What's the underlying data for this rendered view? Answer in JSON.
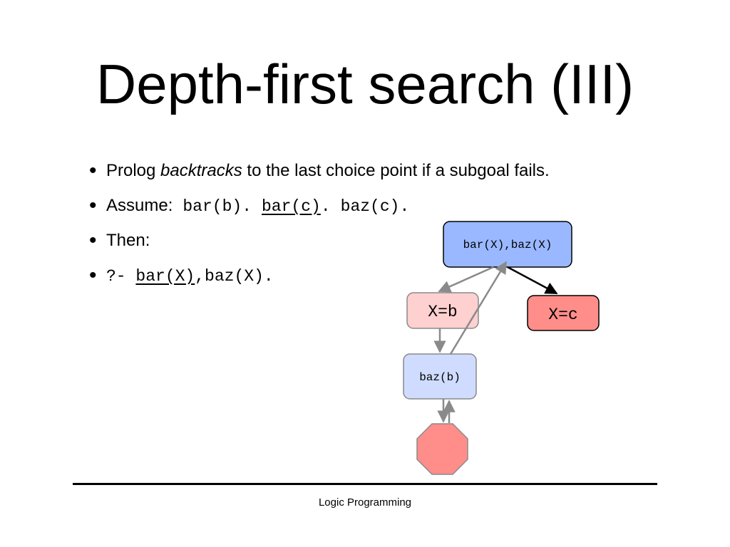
{
  "slide": {
    "title": "Depth-first search (III)",
    "footer": "Logic Programming"
  },
  "bullets": {
    "b1_pre": "Prolog ",
    "b1_em": "backtracks",
    "b1_post": " to the last choice point if a subgoal fails.",
    "b2_label": "Assume:",
    "b2_fact1": "bar(b).",
    "b2_fact2_a": "bar(c)",
    "b2_fact2_b": ".",
    "b2_fact3": "baz(c).",
    "b3": "Then:",
    "b4_prompt": "?- ",
    "b4_goal1": "bar(X)",
    "b4_rest": ",baz(X)."
  },
  "tree": {
    "root": "bar(X),baz(X)",
    "left": "X=b",
    "right": "X=c",
    "child": "baz(b)"
  },
  "colors": {
    "root_fill": "#9ab8ff",
    "left_fill": "#ffd0d0",
    "right_fill": "#ff8e8a",
    "child_fill": "#cfdcff",
    "fail_fill": "#ff8e8a",
    "arrow_gray": "#8a8a8a"
  }
}
